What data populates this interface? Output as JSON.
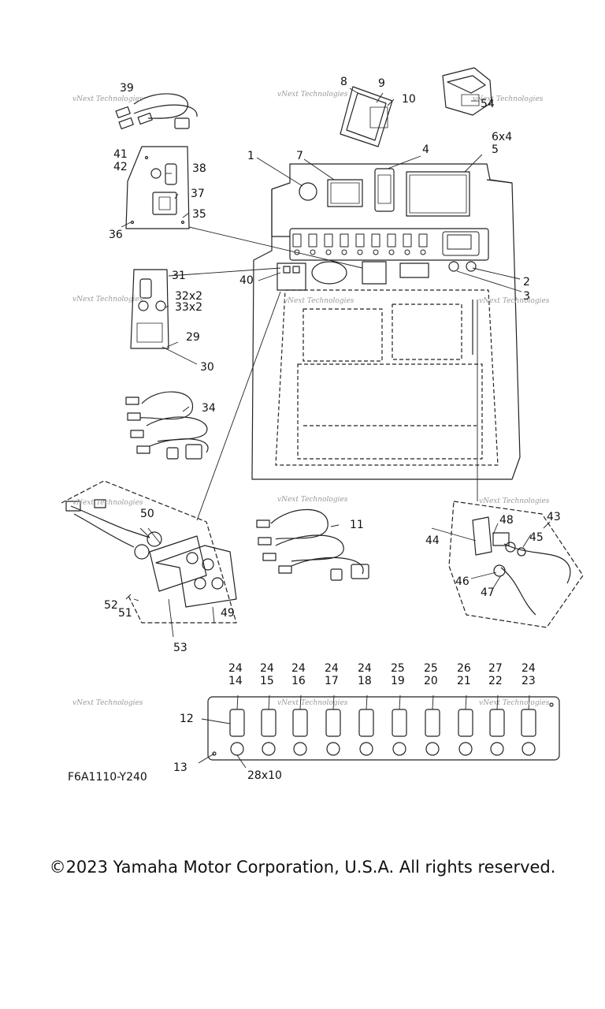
{
  "diagram_code": "F6A1110-Y240",
  "copyright": "©2023 Yamaha Motor Corporation, U.S.A. All rights reserved.",
  "watermark": "vNext Technologies",
  "callouts": [
    "1",
    "2",
    "3",
    "4",
    "6x4",
    "5",
    "7",
    "8",
    "9",
    "10",
    "11",
    "12",
    "13",
    "24",
    "14",
    "24",
    "15",
    "24",
    "16",
    "24",
    "17",
    "24",
    "18",
    "25",
    "19",
    "25",
    "20",
    "26",
    "21",
    "27",
    "22",
    "24",
    "23",
    "28x10",
    "29",
    "30",
    "31",
    "32x2",
    "33x2",
    "34",
    "35",
    "36",
    "37",
    "38",
    "41",
    "42",
    "39",
    "40",
    "43",
    "44",
    "45",
    "46",
    "47",
    "48",
    "49",
    "50",
    "51",
    "52",
    "53",
    "54"
  ]
}
